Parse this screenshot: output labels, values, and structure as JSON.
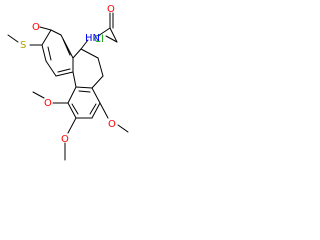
{
  "molecule": {
    "atom_labels": {
      "chlorine": "Cl",
      "amide_oxygen": "O",
      "amide_nitrogen": "HN",
      "ketone_oxygen": "O",
      "sulfur": "S",
      "methoxy_oxygen_1": "O",
      "methoxy_oxygen_2": "O",
      "methoxy_oxygen_3": "O"
    },
    "colors": {
      "bond": "#000000",
      "oxygen": "#ff0000",
      "nitrogen": "#0000ff",
      "sulfur": "#b8a000",
      "chlorine": "#00a000"
    }
  }
}
